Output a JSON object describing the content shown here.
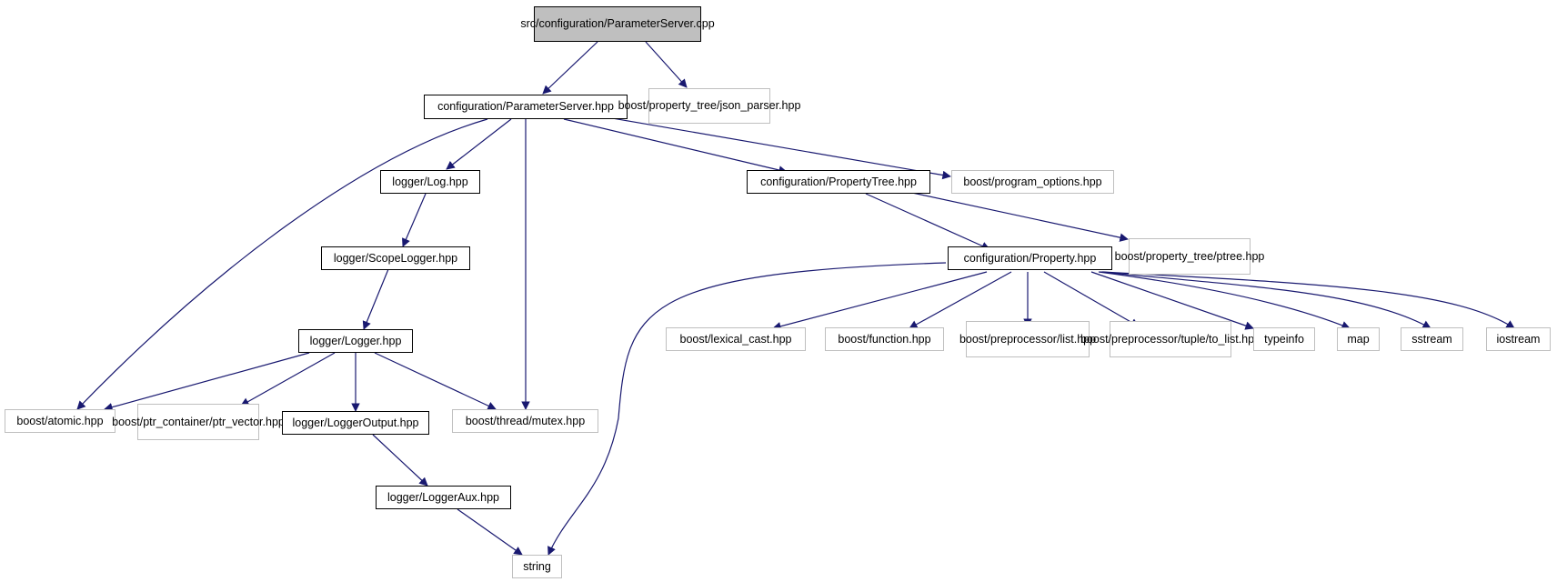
{
  "colors": {
    "edge": "#191970",
    "root_fill": "#bfbfbf",
    "doc_border": "#000000",
    "ext_border": "#bfbfbf"
  },
  "nodes": {
    "root": {
      "lines": [
        "src/configuration/Parameter",
        "Server.cpp"
      ]
    },
    "paramserver": {
      "lines": [
        "configuration/ParameterServer.hpp"
      ]
    },
    "json_parser": {
      "lines": [
        "boost/property_tree",
        "/json_parser.hpp"
      ]
    },
    "log": {
      "lines": [
        "logger/Log.hpp"
      ]
    },
    "propertytree": {
      "lines": [
        "configuration/PropertyTree.hpp"
      ]
    },
    "program_options": {
      "lines": [
        "boost/program_options.hpp"
      ]
    },
    "scopelogger": {
      "lines": [
        "logger/ScopeLogger.hpp"
      ]
    },
    "property": {
      "lines": [
        "configuration/Property.hpp"
      ]
    },
    "ptree": {
      "lines": [
        "boost/property_tree",
        "/ptree.hpp"
      ]
    },
    "logger": {
      "lines": [
        "logger/Logger.hpp"
      ]
    },
    "lexical_cast": {
      "lines": [
        "boost/lexical_cast.hpp"
      ]
    },
    "function": {
      "lines": [
        "boost/function.hpp"
      ]
    },
    "pp_list": {
      "lines": [
        "boost/preprocessor",
        "/list.hpp"
      ]
    },
    "pp_tuple": {
      "lines": [
        "boost/preprocessor",
        "/tuple/to_list.hpp"
      ]
    },
    "typeinfo": {
      "lines": [
        "typeinfo"
      ]
    },
    "map": {
      "lines": [
        "map"
      ]
    },
    "sstream": {
      "lines": [
        "sstream"
      ]
    },
    "iostream": {
      "lines": [
        "iostream"
      ]
    },
    "atomic": {
      "lines": [
        "boost/atomic.hpp"
      ]
    },
    "ptr_vector": {
      "lines": [
        "boost/ptr_container",
        "/ptr_vector.hpp"
      ]
    },
    "loggeroutput": {
      "lines": [
        "logger/LoggerOutput.hpp"
      ]
    },
    "mutex": {
      "lines": [
        "boost/thread/mutex.hpp"
      ]
    },
    "loggeraux": {
      "lines": [
        "logger/LoggerAux.hpp"
      ]
    },
    "string": {
      "lines": [
        "string"
      ]
    }
  }
}
